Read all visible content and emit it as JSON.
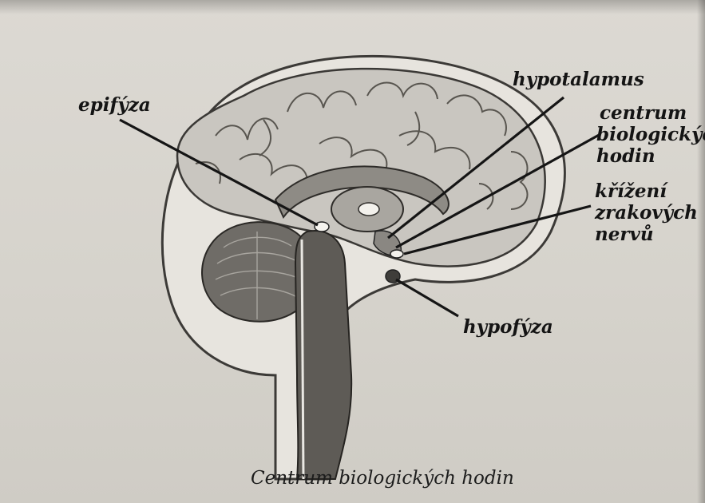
{
  "labels": {
    "epifyza": "epifýza",
    "hypotalamus": "hypotalamus",
    "centrum_line1": "centrum",
    "centrum_line2": "biologických",
    "centrum_line3": "hodin",
    "krizeni_line1": "křížení",
    "krizeni_line2": "zrakových",
    "krizeni_line3": "nervů",
    "hypofyza": "hypofýza"
  },
  "caption": "Centrum biologických hodin"
}
